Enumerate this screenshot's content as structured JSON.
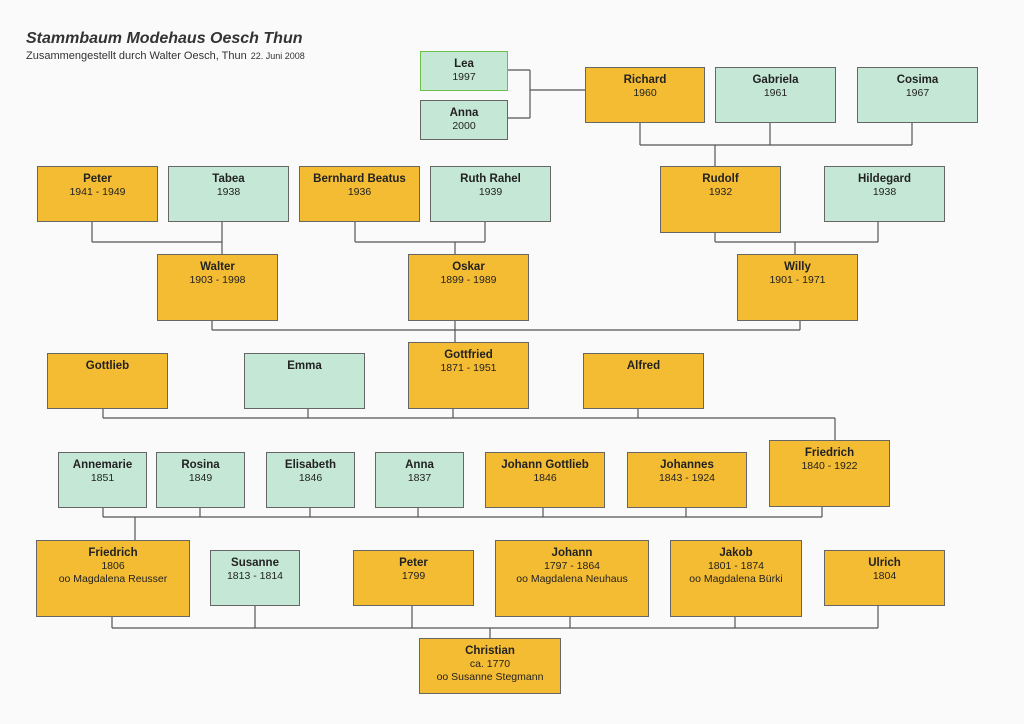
{
  "header": {
    "title": "Stammbaum Modehaus Oesch Thun",
    "subtitle": "Zusammengestellt durch Walter Oesch, Thun",
    "date": "22. Juni 2008"
  },
  "colors": {
    "yellow": "#f4bc32",
    "green": "#c5e8d6",
    "line": "#555555"
  },
  "people": {
    "lea": {
      "name": "Lea",
      "years": "1997"
    },
    "anna2000": {
      "name": "Anna",
      "years": "2000"
    },
    "richard": {
      "name": "Richard",
      "years": "1960"
    },
    "gabriela": {
      "name": "Gabriela",
      "years": "1961"
    },
    "cosima": {
      "name": "Cosima",
      "years": "1967"
    },
    "peter1941": {
      "name": "Peter",
      "years": "1941 - 1949"
    },
    "tabea": {
      "name": "Tabea",
      "years": "1938"
    },
    "bernhard": {
      "name": "Bernhard Beatus",
      "years": "1936"
    },
    "ruth": {
      "name": "Ruth Rahel",
      "years": "1939"
    },
    "rudolf": {
      "name": "Rudolf",
      "years": "1932"
    },
    "hildegard": {
      "name": "Hildegard",
      "years": "1938"
    },
    "walter": {
      "name": "Walter",
      "years": "1903 - 1998"
    },
    "oskar": {
      "name": "Oskar",
      "years": "1899 - 1989"
    },
    "willy": {
      "name": "Willy",
      "years": "1901 - 1971"
    },
    "gottlieb": {
      "name": "Gottlieb"
    },
    "emma": {
      "name": "Emma"
    },
    "gottfried": {
      "name": "Gottfried",
      "years": "1871 - 1951"
    },
    "alfred": {
      "name": "Alfred"
    },
    "annemarie": {
      "name": "Annemarie",
      "years": "1851"
    },
    "rosina": {
      "name": "Rosina",
      "years": "1849"
    },
    "elisabeth": {
      "name": "Elisabeth",
      "years": "1846"
    },
    "anna1837": {
      "name": "Anna",
      "years": "1837"
    },
    "johanngottlieb": {
      "name": "Johann Gottlieb",
      "years": "1846"
    },
    "johannes": {
      "name": "Johannes",
      "years": "1843 - 1924"
    },
    "friedrich1840": {
      "name": "Friedrich",
      "years": "1840 - 1922"
    },
    "friedrich1806": {
      "name": "Friedrich",
      "years": "1806",
      "spouse": "oo Magdalena Reusser"
    },
    "susanne": {
      "name": "Susanne",
      "years": "1813 - 1814"
    },
    "peter1799": {
      "name": "Peter",
      "years": "1799"
    },
    "johann": {
      "name": "Johann",
      "years": "1797 - 1864",
      "spouse": "oo Magdalena Neuhaus"
    },
    "jakob": {
      "name": "Jakob",
      "years": "1801 - 1874",
      "spouse": "oo Magdalena  Bürki"
    },
    "ulrich": {
      "name": "Ulrich",
      "years": "1804"
    },
    "christian": {
      "name": "Christian",
      "years": "ca. 1770",
      "spouse": "oo Susanne Stegmann"
    }
  }
}
